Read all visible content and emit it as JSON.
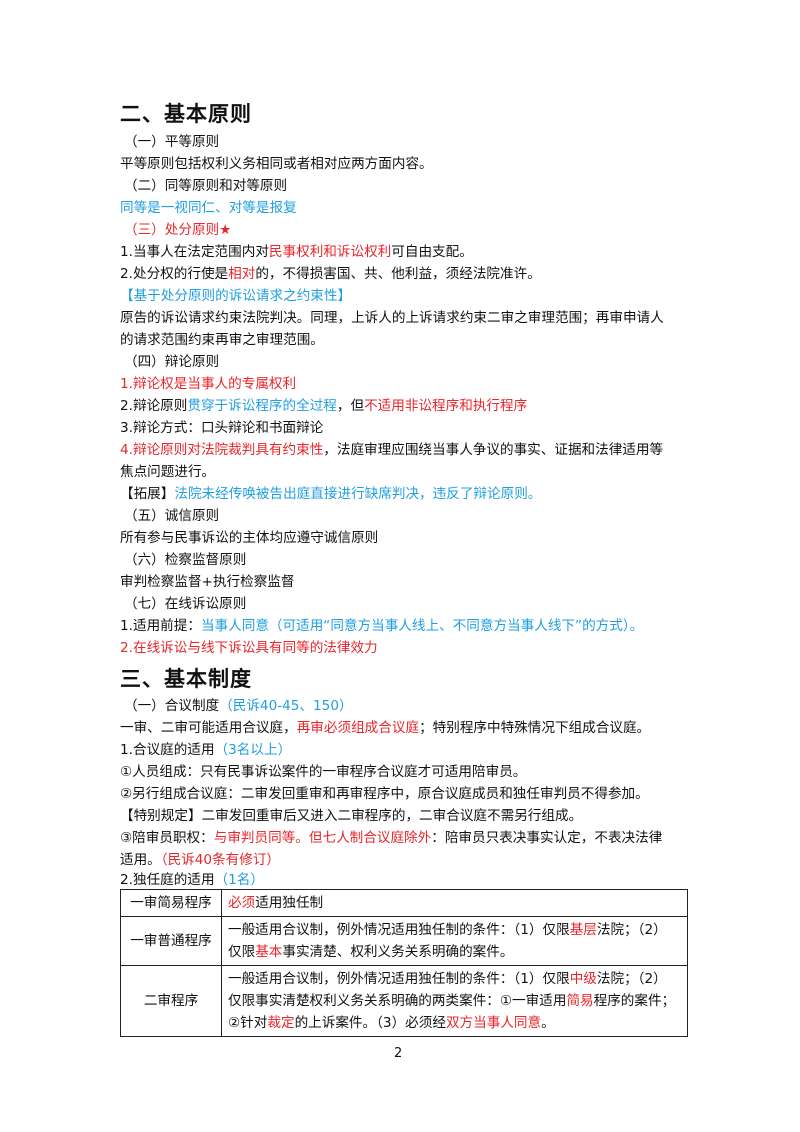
{
  "section2": {
    "title": "二、基本原则",
    "p1_head": "（一）平等原则",
    "p1_text": "平等原则包括权利义务相同或者相对应两方面内容。",
    "p2_head": "（二）同等原则和对等原则",
    "p2_note": "同等是一视同仁、对等是报复",
    "p3_head": "（三）处分原则★",
    "p3_l1_a": "1.当事人在法定范围内对",
    "p3_l1_b": "民事权利和诉讼权利",
    "p3_l1_c": "可自由支配。",
    "p3_l2_a": "2.处分权的行使是",
    "p3_l2_b": "相对",
    "p3_l2_c": "的，不得损害国、共、他利益，须经法院准许。",
    "p3_sub": "【基于处分原则的诉讼请求之约束性】",
    "p3_sub_l1": "原告的诉讼请求约束法院判决。同理，上诉人的上诉请求约束二审之审理范围；再审申请人",
    "p3_sub_l2": "的请求范围约束再审之审理范围。",
    "p4_head": "（四）辩论原则",
    "p4_l1": "1.辩论权是当事人的专属权利",
    "p4_l2_a": "2.辩论原则",
    "p4_l2_b": "贯穿于诉讼程序的全过程",
    "p4_l2_c": "，但",
    "p4_l2_d": "不适用非讼程序和执行程序",
    "p4_l3": "3.辩论方式：口头辩论和书面辩论",
    "p4_l4_a": "4.辩论原则对法院裁判具有约束性",
    "p4_l4_b": "，法庭审理应围绕当事人争议的事实、证据和法律适用等",
    "p4_l4_c": "焦点问题进行。",
    "p4_ext_a": "【拓展】",
    "p4_ext_b": "法院未经传唤被告出庭直接进行缺席判决，违反了辩论原则。",
    "p5_head": "（五）诚信原则",
    "p5_text": "所有参与民事诉讼的主体均应遵守诚信原则",
    "p6_head": "（六）检察监督原则",
    "p6_text": "审判检察监督+执行检察监督",
    "p7_head": "（七）在线诉讼原则",
    "p7_l1_a": "1.适用前提：",
    "p7_l1_b": "当事人同意（可适用“同意方当事人线上、不同意方当事人线下”的方式）。",
    "p7_l2": "2.在线诉讼与线下诉讼具有同等的法律效力"
  },
  "section3": {
    "title": "三、基本制度",
    "s1_head_a": "（一）合议制度",
    "s1_head_b": "（民诉40-45、150）",
    "s1_l1_a": "一审、二审可能适用合议庭，",
    "s1_l1_b": "再审必须组成合议庭",
    "s1_l1_c": "；特别程序中特殊情况下组成合议庭。",
    "s1_l2_a": "1.合议庭的适用",
    "s1_l2_b": "（3名以上）",
    "s1_l3": "①人员组成：只有民事诉讼案件的一审程序合议庭才可适用陪审员。",
    "s1_l4": "②另行组成合议庭：二审发回重审和再审程序中，原合议庭成员和独任审判员不得参加。",
    "s1_l5_a": "【特别规定】",
    "s1_l5_b": "二审发回重审后又进入二审程序的，二审合议庭不需另行组成。",
    "s1_l6_a": "③陪审员职权：",
    "s1_l6_b": "与审判员同等。但七人制合议庭除外",
    "s1_l6_c": "：陪审员只表决事实认定，不表决法律",
    "s1_l7_a": "适用。",
    "s1_l7_b": "（民诉40条有修订）",
    "s1_l8_a": "2.独任庭的适用",
    "s1_l8_b": "（1名）",
    "table": {
      "r1_label": "一审简易程序",
      "r1_a": "必须",
      "r1_b": "适用独任制",
      "r2_label": "一审普通程序",
      "r2_l1_a": "一般适用合议制，例外情况适用独任制的条件：（1）仅限",
      "r2_l1_b": "基层",
      "r2_l1_c": "法院；（2）",
      "r2_l2_a": "仅限",
      "r2_l2_b": "基本",
      "r2_l2_c": "事实清楚、权利义务关系明确的案件。",
      "r3_label": "二审程序",
      "r3_l1_a": "一般适用合议制，例外情况适用独任制的条件：（1）仅限",
      "r3_l1_b": "中级",
      "r3_l1_c": "法院；（2）",
      "r3_l2_a": "仅限事实清楚权利义务关系明确的两类案件：①一审适用",
      "r3_l2_b": "简易",
      "r3_l2_c": "程序的案件；",
      "r3_l3_a": "②针对",
      "r3_l3_b": "裁定",
      "r3_l3_c": "的上诉案件。（3）必须经",
      "r3_l3_d": "双方当事人同意",
      "r3_l3_e": "。"
    }
  },
  "page_number": "2",
  "colors": {
    "red": "#e8262b",
    "blue": "#1f9fe0"
  }
}
